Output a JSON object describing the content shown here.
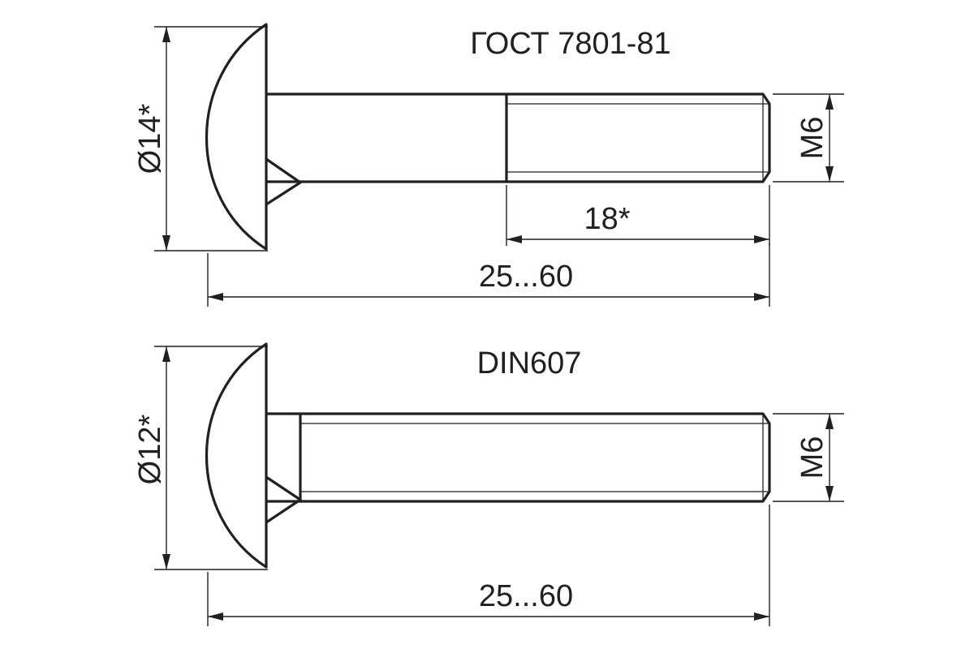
{
  "drawings": [
    {
      "standard": "ГОСТ 7801-81",
      "head_diameter": "Ø14*",
      "thread": "M6",
      "thread_length": "18*",
      "length_range": "25...60"
    },
    {
      "standard": "DIN607",
      "head_diameter": "Ø12*",
      "thread": "M6",
      "length_range": "25...60"
    }
  ]
}
